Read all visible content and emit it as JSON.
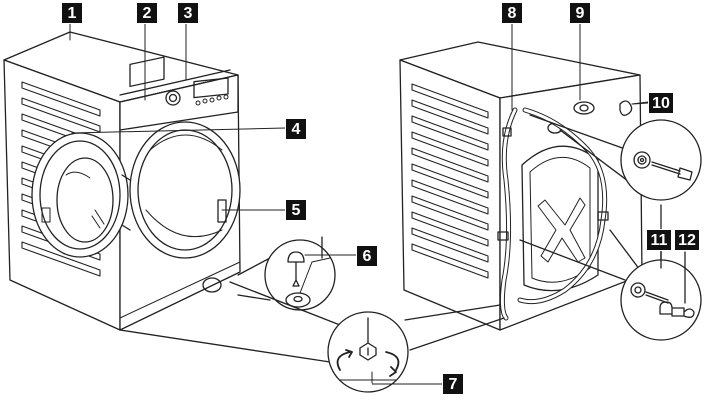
{
  "callouts": [
    {
      "id": "1",
      "label": "1"
    },
    {
      "id": "2",
      "label": "2"
    },
    {
      "id": "3",
      "label": "3"
    },
    {
      "id": "4",
      "label": "4"
    },
    {
      "id": "5",
      "label": "5"
    },
    {
      "id": "6",
      "label": "6"
    },
    {
      "id": "7",
      "label": "7"
    },
    {
      "id": "8",
      "label": "8"
    },
    {
      "id": "9",
      "label": "9"
    },
    {
      "id": "10",
      "label": "10"
    },
    {
      "id": "11",
      "label": "11"
    },
    {
      "id": "12",
      "label": "12"
    }
  ],
  "colors": {
    "line": "#222222",
    "callout_bg": "#111111",
    "callout_text": "#ffffff",
    "background": "#ffffff"
  }
}
